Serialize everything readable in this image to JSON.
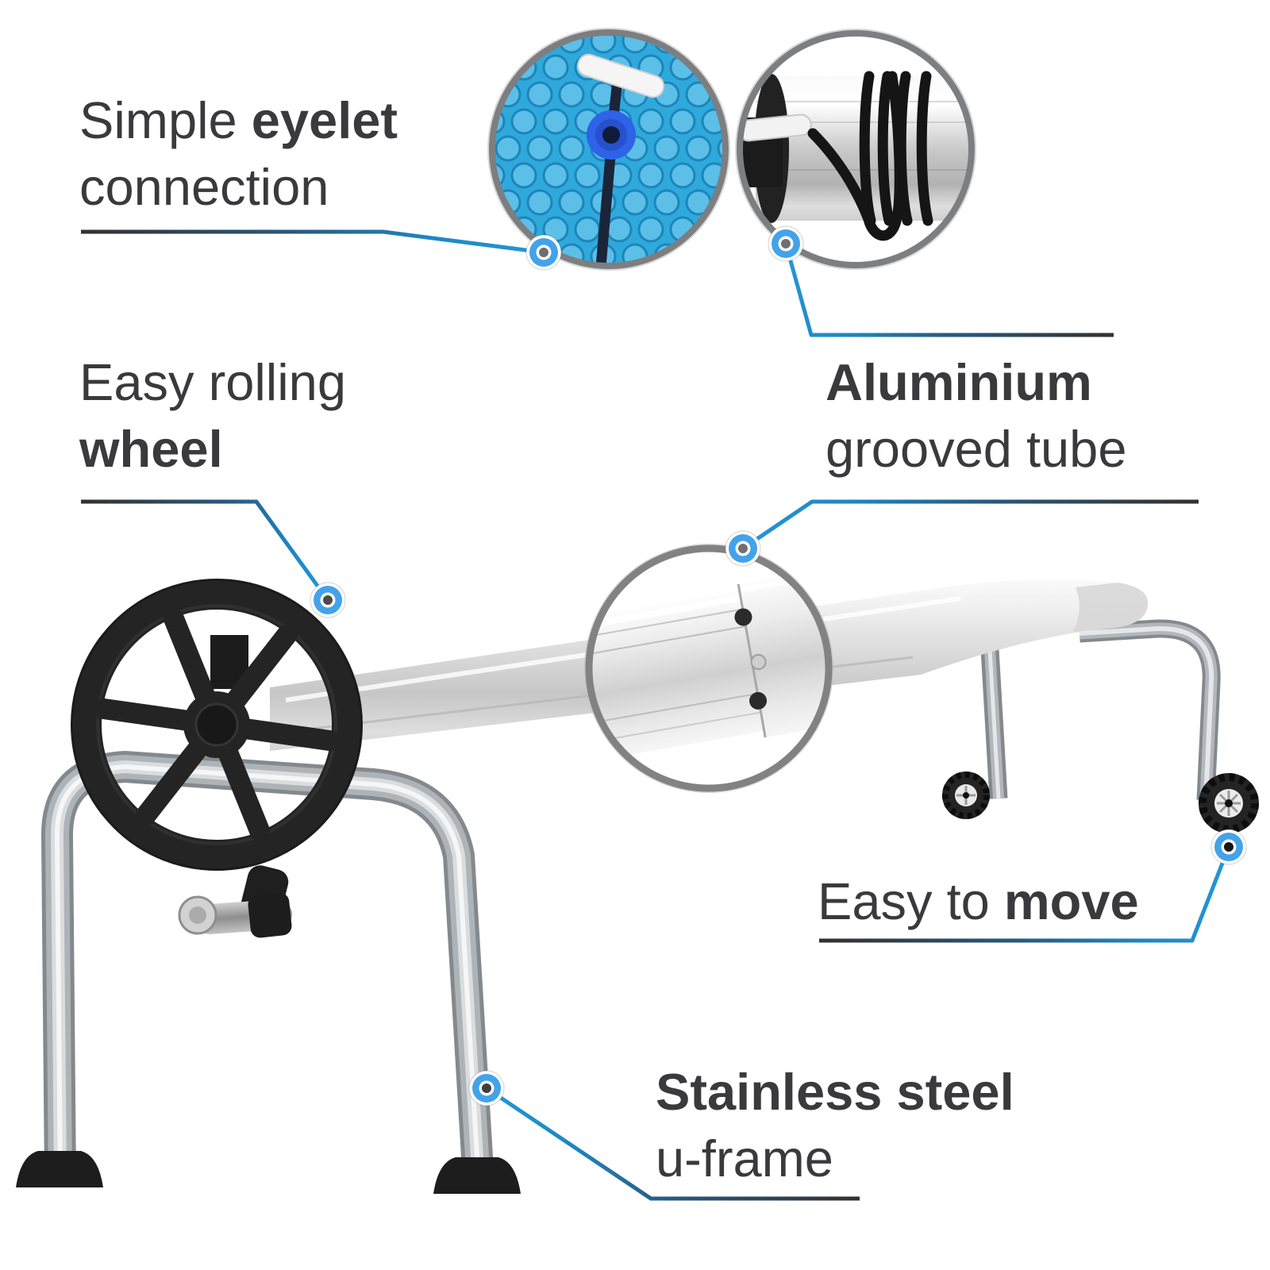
{
  "theme": {
    "page_bg": "#ffffff",
    "text_color": "#3a3a3c",
    "accent_blue": "#2196d6",
    "leader_dark": "#34302e",
    "marker_blue": "#43a3ea",
    "ring_gray": "#7d7e80"
  },
  "callouts": {
    "eyelet": {
      "regular": "Simple ",
      "bold": "eyelet",
      "line2": "connection"
    },
    "wheel": {
      "line1": "Easy rolling",
      "bold": "wheel"
    },
    "tube": {
      "bold": "Aluminium",
      "line2": "grooved tube"
    },
    "move": {
      "regular": "Easy to ",
      "bold": "move"
    },
    "frame": {
      "bold": "Stainless steel",
      "line2": "u-frame"
    }
  }
}
